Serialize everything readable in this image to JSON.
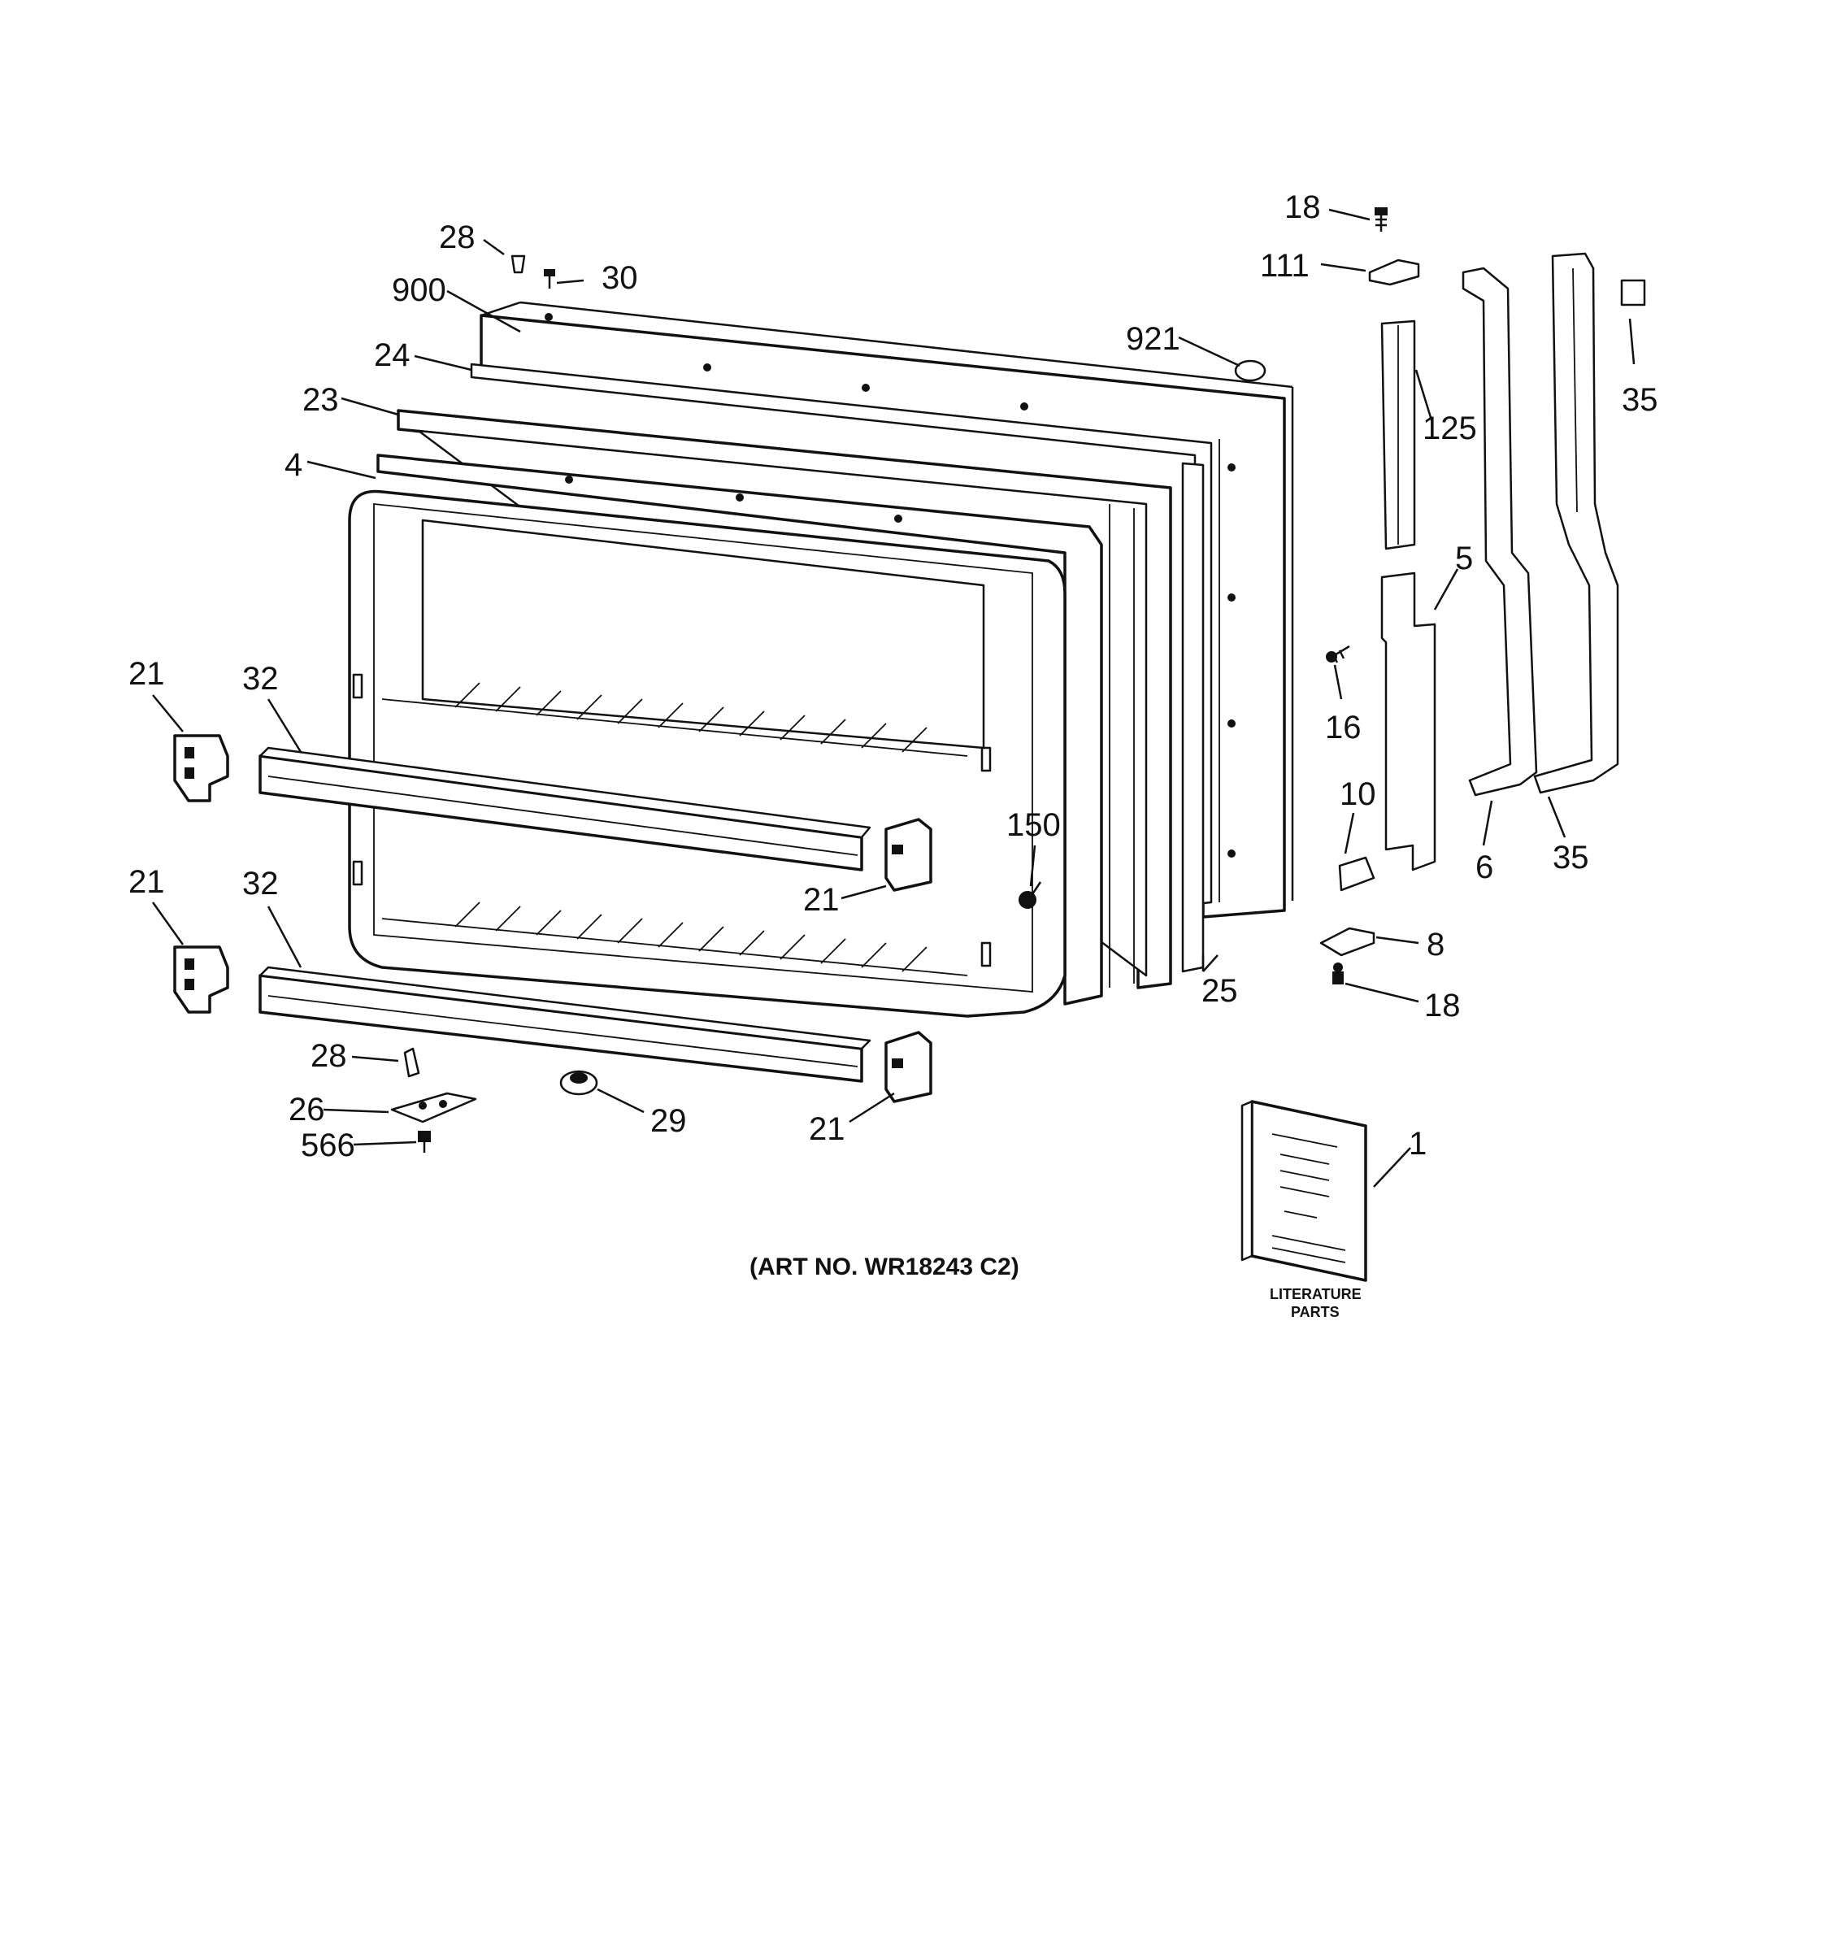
{
  "diagram": {
    "callouts": {
      "c18_top": "18",
      "c111": "111",
      "c28_top": "28",
      "c30": "30",
      "c900": "900",
      "c921": "921",
      "c24": "24",
      "c23": "23",
      "c4": "4",
      "c125": "125",
      "c35_top": "35",
      "c5": "5",
      "c21_a": "21",
      "c32_a": "32",
      "c16": "16",
      "c10": "10",
      "c150": "150",
      "c6": "6",
      "c35_bottom": "35",
      "c21_b": "21",
      "c21_c": "21",
      "c32_b": "32",
      "c8": "8",
      "c25": "25",
      "c18_bottom": "18",
      "c28_bottom": "28",
      "c26": "26",
      "c566": "566",
      "c29": "29",
      "c21_d": "21",
      "c1": "1"
    },
    "art_number": "(ART NO. WR18243 C2)",
    "literature_line1": "LITERATURE",
    "literature_line2": "PARTS"
  }
}
